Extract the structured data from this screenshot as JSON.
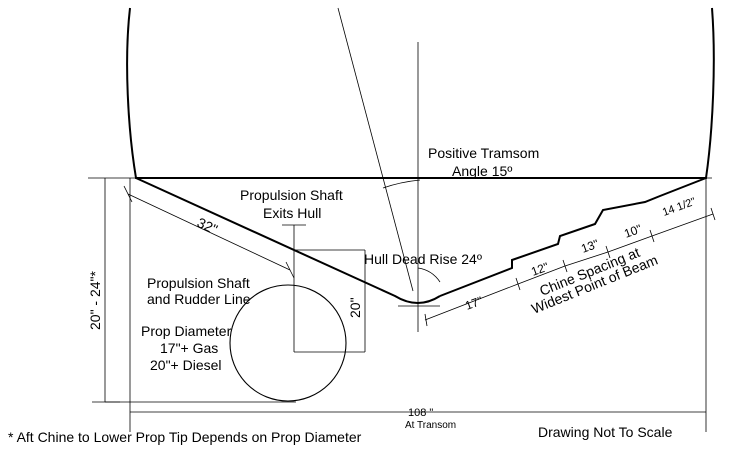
{
  "labels": {
    "positive_transom": "Positive Tramsom",
    "angle": "Angle 15º",
    "shaft_exits_line1": "Propulsion Shaft",
    "shaft_exits_line2": "Exits Hull",
    "shaft_rudder_line1": "Propulsion Shaft",
    "shaft_rudder_line2": "and Rudder Line",
    "hull_dead_rise": "Hull Dead Rise 24º",
    "prop_diameter_line1": "Prop Diameter",
    "prop_diameter_line2": "17\"+ Gas",
    "prop_diameter_line3": "20\"+ Diesel",
    "chine_spacing_line1": "Chine Spacing at",
    "chine_spacing_line2": "Widest Point of Beam",
    "footnote": "* Aft Chine to Lower Prop Tip Depends on Prop Diameter",
    "not_to_scale": "Drawing Not To Scale",
    "at_transom": "At Transom"
  },
  "dimensions": {
    "height_range": "20\" - 24\"*",
    "width_at_transom": "108 \"",
    "bottom_run": "32\"",
    "shaft_depth": "20\"",
    "chine_17": "17\"",
    "chine_12": "12\"",
    "chine_13": "13\"",
    "chine_10": "10\"",
    "chine_14_5": "14 1/2\""
  }
}
